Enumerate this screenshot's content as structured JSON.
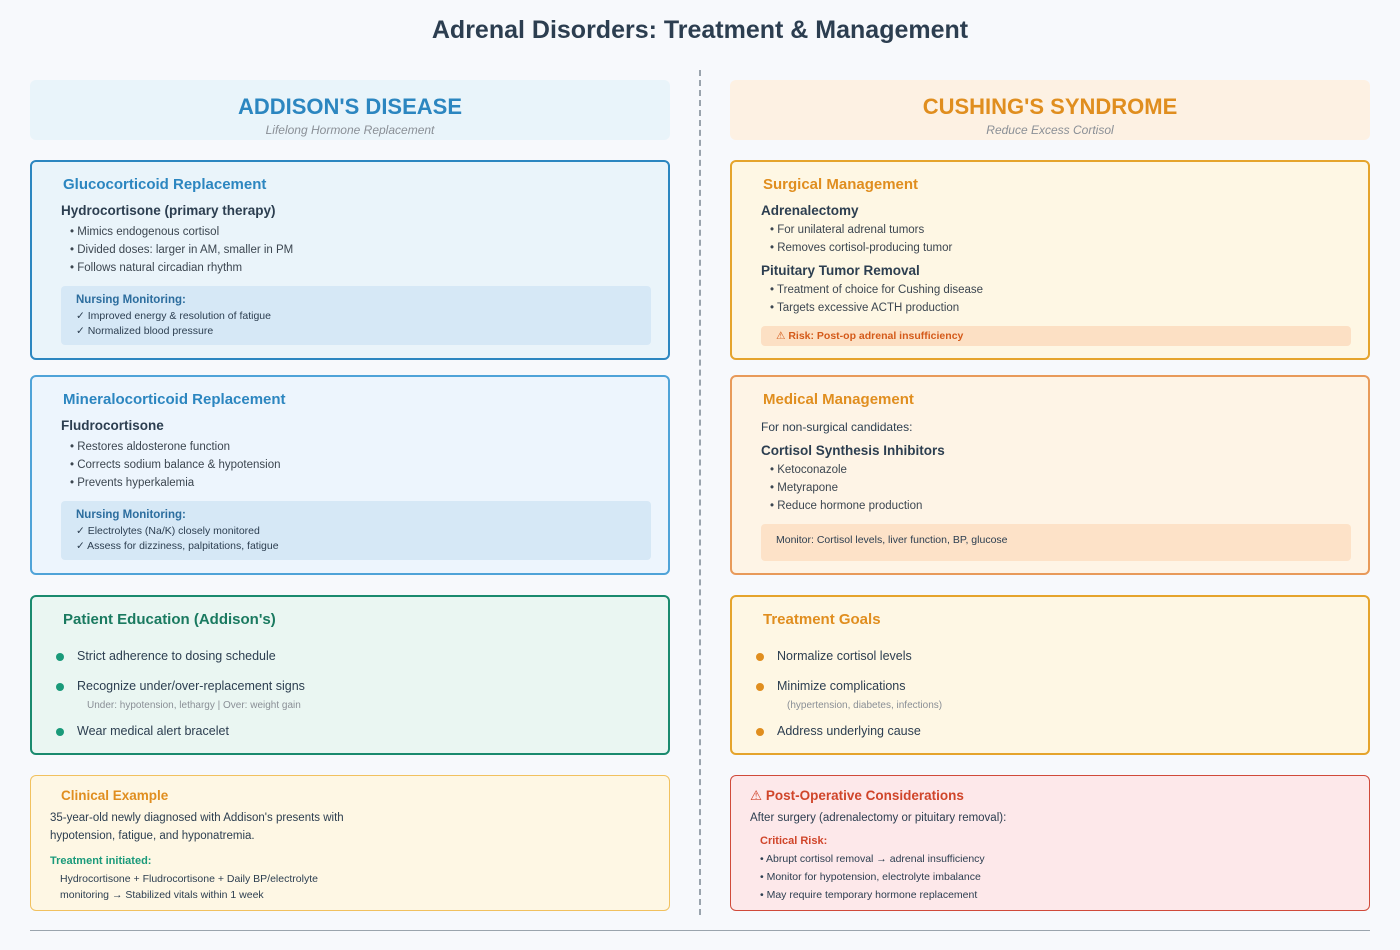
{
  "title": "Adrenal Disorders: Treatment & Management",
  "left": {
    "header": {
      "title": "ADDISON'S DISEASE",
      "subtitle": "Lifelong Hormone Replacement"
    },
    "glucocorticoid": {
      "title": "Glucocorticoid Replacement",
      "drug": "Hydrocortisone (primary therapy)",
      "bullets": [
        "Mimics endogenous cortisol",
        "Divided doses: larger in AM, smaller in PM",
        "Follows natural circadian rhythm"
      ],
      "monitoring_title": "Nursing Monitoring:",
      "monitoring": [
        "✓ Improved energy & resolution of fatigue",
        "✓ Normalized blood pressure"
      ]
    },
    "mineralocorticoid": {
      "title": "Mineralocorticoid Replacement",
      "drug": "Fludrocortisone",
      "bullets": [
        "Restores aldosterone function",
        "Corrects sodium balance & hypotension",
        "Prevents hyperkalemia"
      ],
      "monitoring_title": "Nursing Monitoring:",
      "monitoring": [
        "✓ Electrolytes (Na/K) closely monitored",
        "✓ Assess for dizziness, palpitations, fatigue"
      ]
    },
    "education": {
      "title": "Patient Education (Addison's)",
      "items": [
        "Strict adherence to dosing schedule",
        "Recognize under/over-replacement signs",
        "Wear medical alert bracelet"
      ],
      "note": "Under: hypotension, lethargy | Over: weight gain"
    },
    "example": {
      "title": "Clinical Example",
      "text": "35-year-old newly diagnosed with Addison's presents with hypotension, fatigue, and hyponatremia.",
      "label": "Treatment initiated:",
      "detail": "Hydrocortisone + Fludrocortisone + Daily BP/electrolyte monitoring → Stabilized vitals within 1 week"
    }
  },
  "right": {
    "header": {
      "title": "CUSHING'S SYNDROME",
      "subtitle": "Reduce Excess Cortisol"
    },
    "surgical": {
      "title": "Surgical Management",
      "sub1": "Adrenalectomy",
      "bullets1": [
        "For unilateral adrenal tumors",
        "Removes cortisol-producing tumor"
      ],
      "sub2": "Pituitary Tumor Removal",
      "bullets2": [
        "Treatment of choice for Cushing disease",
        "Targets excessive ACTH production"
      ],
      "risk": "⚠ Risk: Post-op adrenal insufficiency"
    },
    "medical": {
      "title": "Medical Management",
      "intro": "For non-surgical candidates:",
      "sub": "Cortisol Synthesis Inhibitors",
      "bullets": [
        "Ketoconazole",
        "Metyrapone",
        "Reduce hormone production"
      ],
      "monitor": "Monitor: Cortisol levels, liver function, BP, glucose"
    },
    "goals": {
      "title": "Treatment Goals",
      "items": [
        "Normalize cortisol levels",
        "Minimize complications",
        "Address underlying cause"
      ],
      "note": "(hypertension, diabetes, infections)"
    },
    "postop": {
      "title": "⚠ Post-Operative Considerations",
      "intro": "After surgery (adrenalectomy or pituitary removal):",
      "critical": "Critical Risk:",
      "items": [
        "Abrupt cortisol removal → adrenal insufficiency",
        "Monitor for hypotension, electrolyte imbalance",
        "May require temporary hormone replacement"
      ]
    }
  }
}
